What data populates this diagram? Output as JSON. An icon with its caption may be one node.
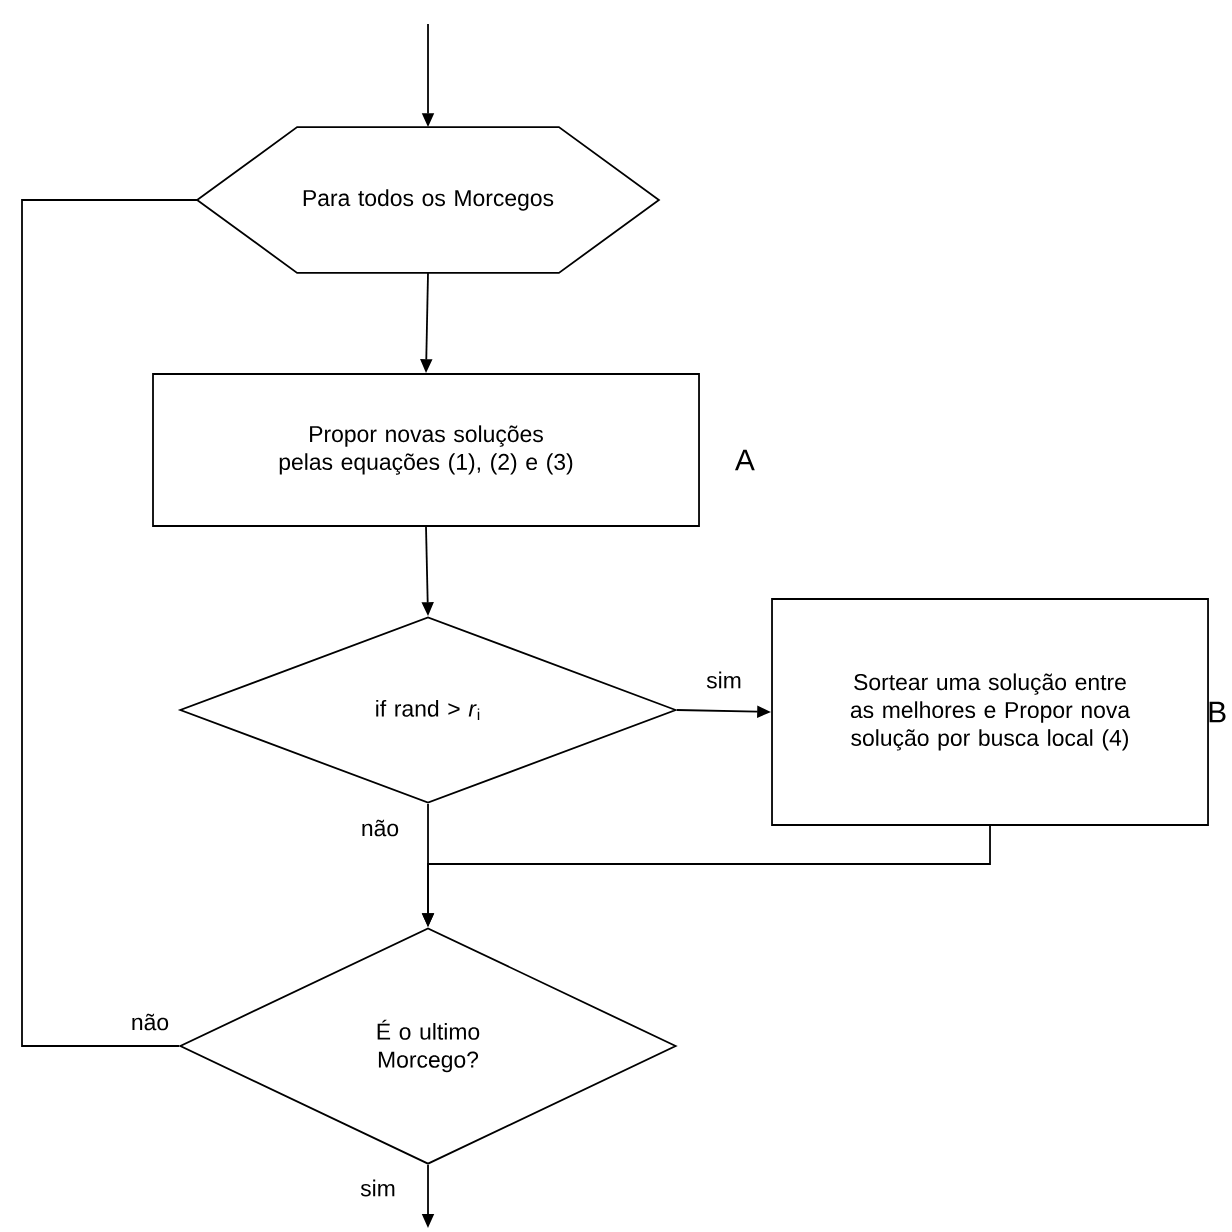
{
  "diagram": {
    "nodes": [
      {
        "text": [
          "Para todos os Morcegos"
        ]
      },
      {
        "text": [
          "Propor novas soluções pelas equações (1), (2) e (3)"
        ],
        "beside": [
          "A"
        ]
      },
      {
        "text": [
          "if rand > *r*$_{i}$"
        ]
      },
      {
        "text": [
          "Sortear uma solução entre as melhores e Propor nova solução por busca local (4)"
        ],
        "beside": [
          "B"
        ]
      },
      {
        "text": [
          "É o ultimo Morcego?"
        ]
      }
    ],
    "edges": [
      {
        "from": null,
        "to": 0,
        "arrow": "to"
      },
      {
        "from": 0,
        "to": 1,
        "arrow": "to"
      },
      {
        "from": 1,
        "to": 2,
        "arrow": "to"
      },
      {
        "from": 2,
        "to": 3,
        "arrow": "to",
        "label": "sim"
      },
      {
        "from": 2,
        "to": 4,
        "arrow": "to",
        "label": "não"
      },
      {
        "from": 3,
        "to": 4,
        "arrow": "to"
      },
      {
        "from": 4,
        "to": 0,
        "arrow": "none",
        "label": "não"
      },
      {
        "from": 4,
        "to": null,
        "arrow": "to",
        "label": "sim"
      }
    ]
  }
}
